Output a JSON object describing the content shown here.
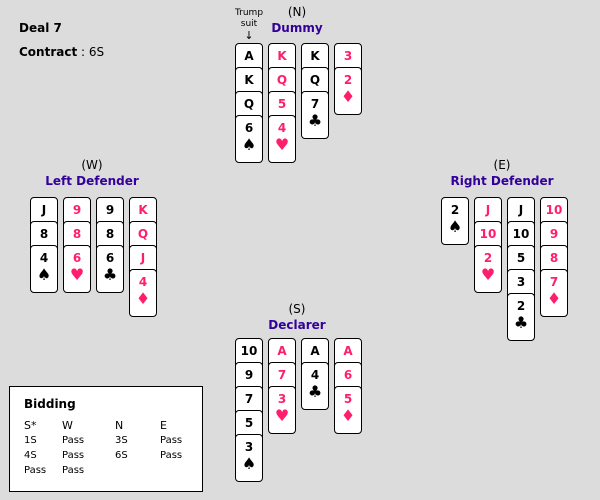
{
  "deal_label": "Deal 7",
  "contract_label": "Contract",
  "contract_value": ": 6S",
  "trump_note": "Trump suit",
  "trump_arrow": "↓",
  "colors": {
    "red": "#ff1e6e",
    "title": "#330099",
    "background": "#dcdcdc"
  },
  "suit_symbols": {
    "S": "♠",
    "H": "♥",
    "C": "♣",
    "D": "♦"
  },
  "hands": {
    "north": {
      "dir": "(N)",
      "title": "Dummy",
      "suits": [
        {
          "suit": "S",
          "cards": [
            "A",
            "K",
            "Q",
            "6"
          ]
        },
        {
          "suit": "H",
          "cards": [
            "K",
            "Q",
            "5",
            "4"
          ]
        },
        {
          "suit": "C",
          "cards": [
            "K",
            "Q",
            "7"
          ]
        },
        {
          "suit": "D",
          "cards": [
            "3",
            "2"
          ]
        }
      ]
    },
    "west": {
      "dir": "(W)",
      "title": "Left Defender",
      "suits": [
        {
          "suit": "S",
          "cards": [
            "J",
            "8",
            "4"
          ]
        },
        {
          "suit": "H",
          "cards": [
            "9",
            "8",
            "6"
          ]
        },
        {
          "suit": "C",
          "cards": [
            "9",
            "8",
            "6"
          ]
        },
        {
          "suit": "D",
          "cards": [
            "K",
            "Q",
            "J",
            "4"
          ]
        }
      ]
    },
    "east": {
      "dir": "(E)",
      "title": "Right Defender",
      "suits": [
        {
          "suit": "S",
          "cards": [
            "2"
          ]
        },
        {
          "suit": "H",
          "cards": [
            "J",
            "10",
            "2"
          ]
        },
        {
          "suit": "C",
          "cards": [
            "J",
            "10",
            "5",
            "3",
            "2"
          ]
        },
        {
          "suit": "D",
          "cards": [
            "10",
            "9",
            "8",
            "7"
          ]
        }
      ]
    },
    "south": {
      "dir": "(S)",
      "title": "Declarer",
      "suits": [
        {
          "suit": "S",
          "cards": [
            "10",
            "9",
            "7",
            "5",
            "3"
          ]
        },
        {
          "suit": "H",
          "cards": [
            "A",
            "7",
            "3"
          ]
        },
        {
          "suit": "C",
          "cards": [
            "A",
            "4"
          ]
        },
        {
          "suit": "D",
          "cards": [
            "A",
            "6",
            "5"
          ]
        }
      ]
    }
  },
  "bidding": {
    "title": "Bidding",
    "headers": [
      "S*",
      "W",
      "N",
      "E"
    ],
    "rows": [
      [
        "1S",
        "Pass",
        "3S",
        "Pass"
      ],
      [
        "4S",
        "Pass",
        "6S",
        "Pass"
      ],
      [
        "Pass",
        "Pass",
        "",
        ""
      ]
    ]
  }
}
